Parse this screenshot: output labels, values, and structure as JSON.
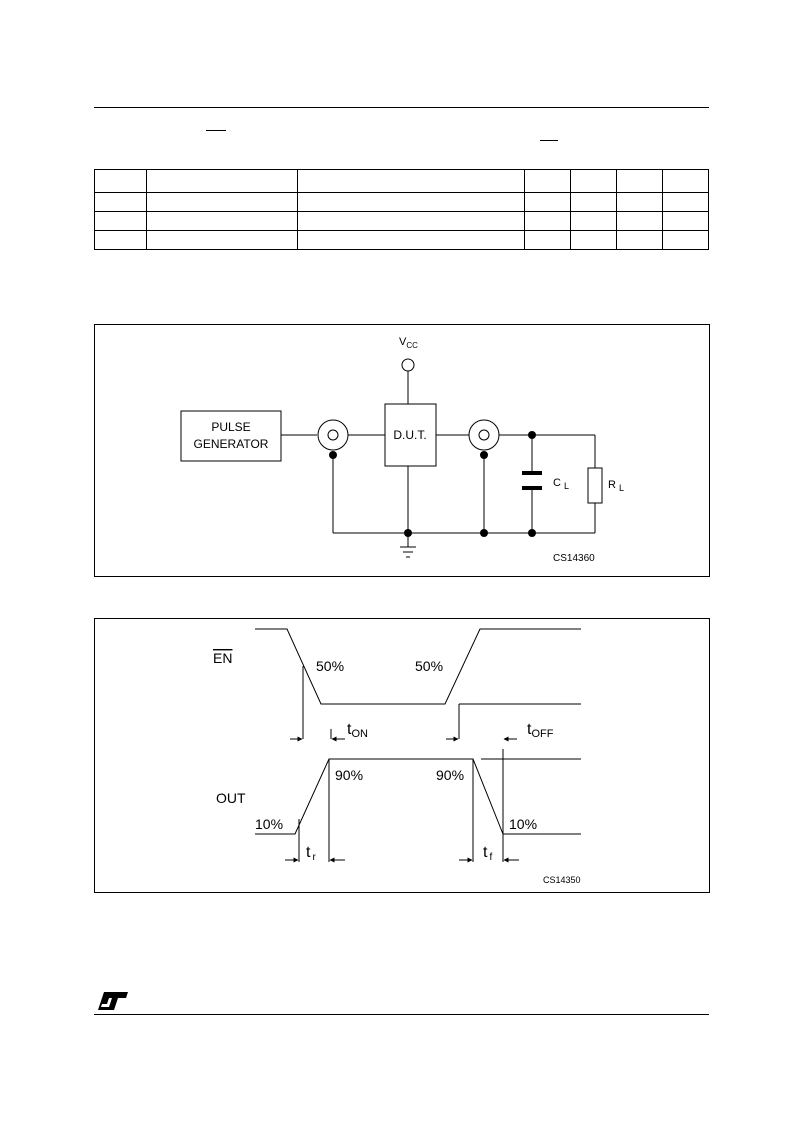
{
  "table": {
    "rows": [
      [
        "",
        "",
        "",
        "",
        "",
        "",
        ""
      ],
      [
        "",
        "",
        "",
        "",
        "",
        "",
        ""
      ],
      [
        "",
        "",
        "",
        "",
        "",
        "",
        ""
      ],
      [
        "",
        "",
        "",
        "",
        "",
        "",
        ""
      ]
    ]
  },
  "test_circuit": {
    "vcc_label": "V",
    "vcc_sub": "CC",
    "pulse_gen_line1": "PULSE",
    "pulse_gen_line2": "GENERATOR",
    "dut_label": "D.U.T.",
    "cl_label": "C",
    "cl_sub": "L",
    "rl_label": "R",
    "rl_sub": "L",
    "code": "CS14360"
  },
  "waveform": {
    "en_label": "EN",
    "out_label": "OUT",
    "en_fall_pct": "50%",
    "en_rise_pct": "50%",
    "ton_label": "t",
    "ton_sub": "ON",
    "toff_label": "t",
    "toff_sub": "OFF",
    "out_rise_high_pct": "90%",
    "out_fall_high_pct": "90%",
    "out_rise_low_pct": "10%",
    "out_fall_low_pct": "10%",
    "tr_label": "t",
    "tr_sub": "r",
    "tf_label": "t",
    "tf_sub": "f",
    "code": "CS14350"
  },
  "logo": {
    "name": "st-logo-icon"
  }
}
